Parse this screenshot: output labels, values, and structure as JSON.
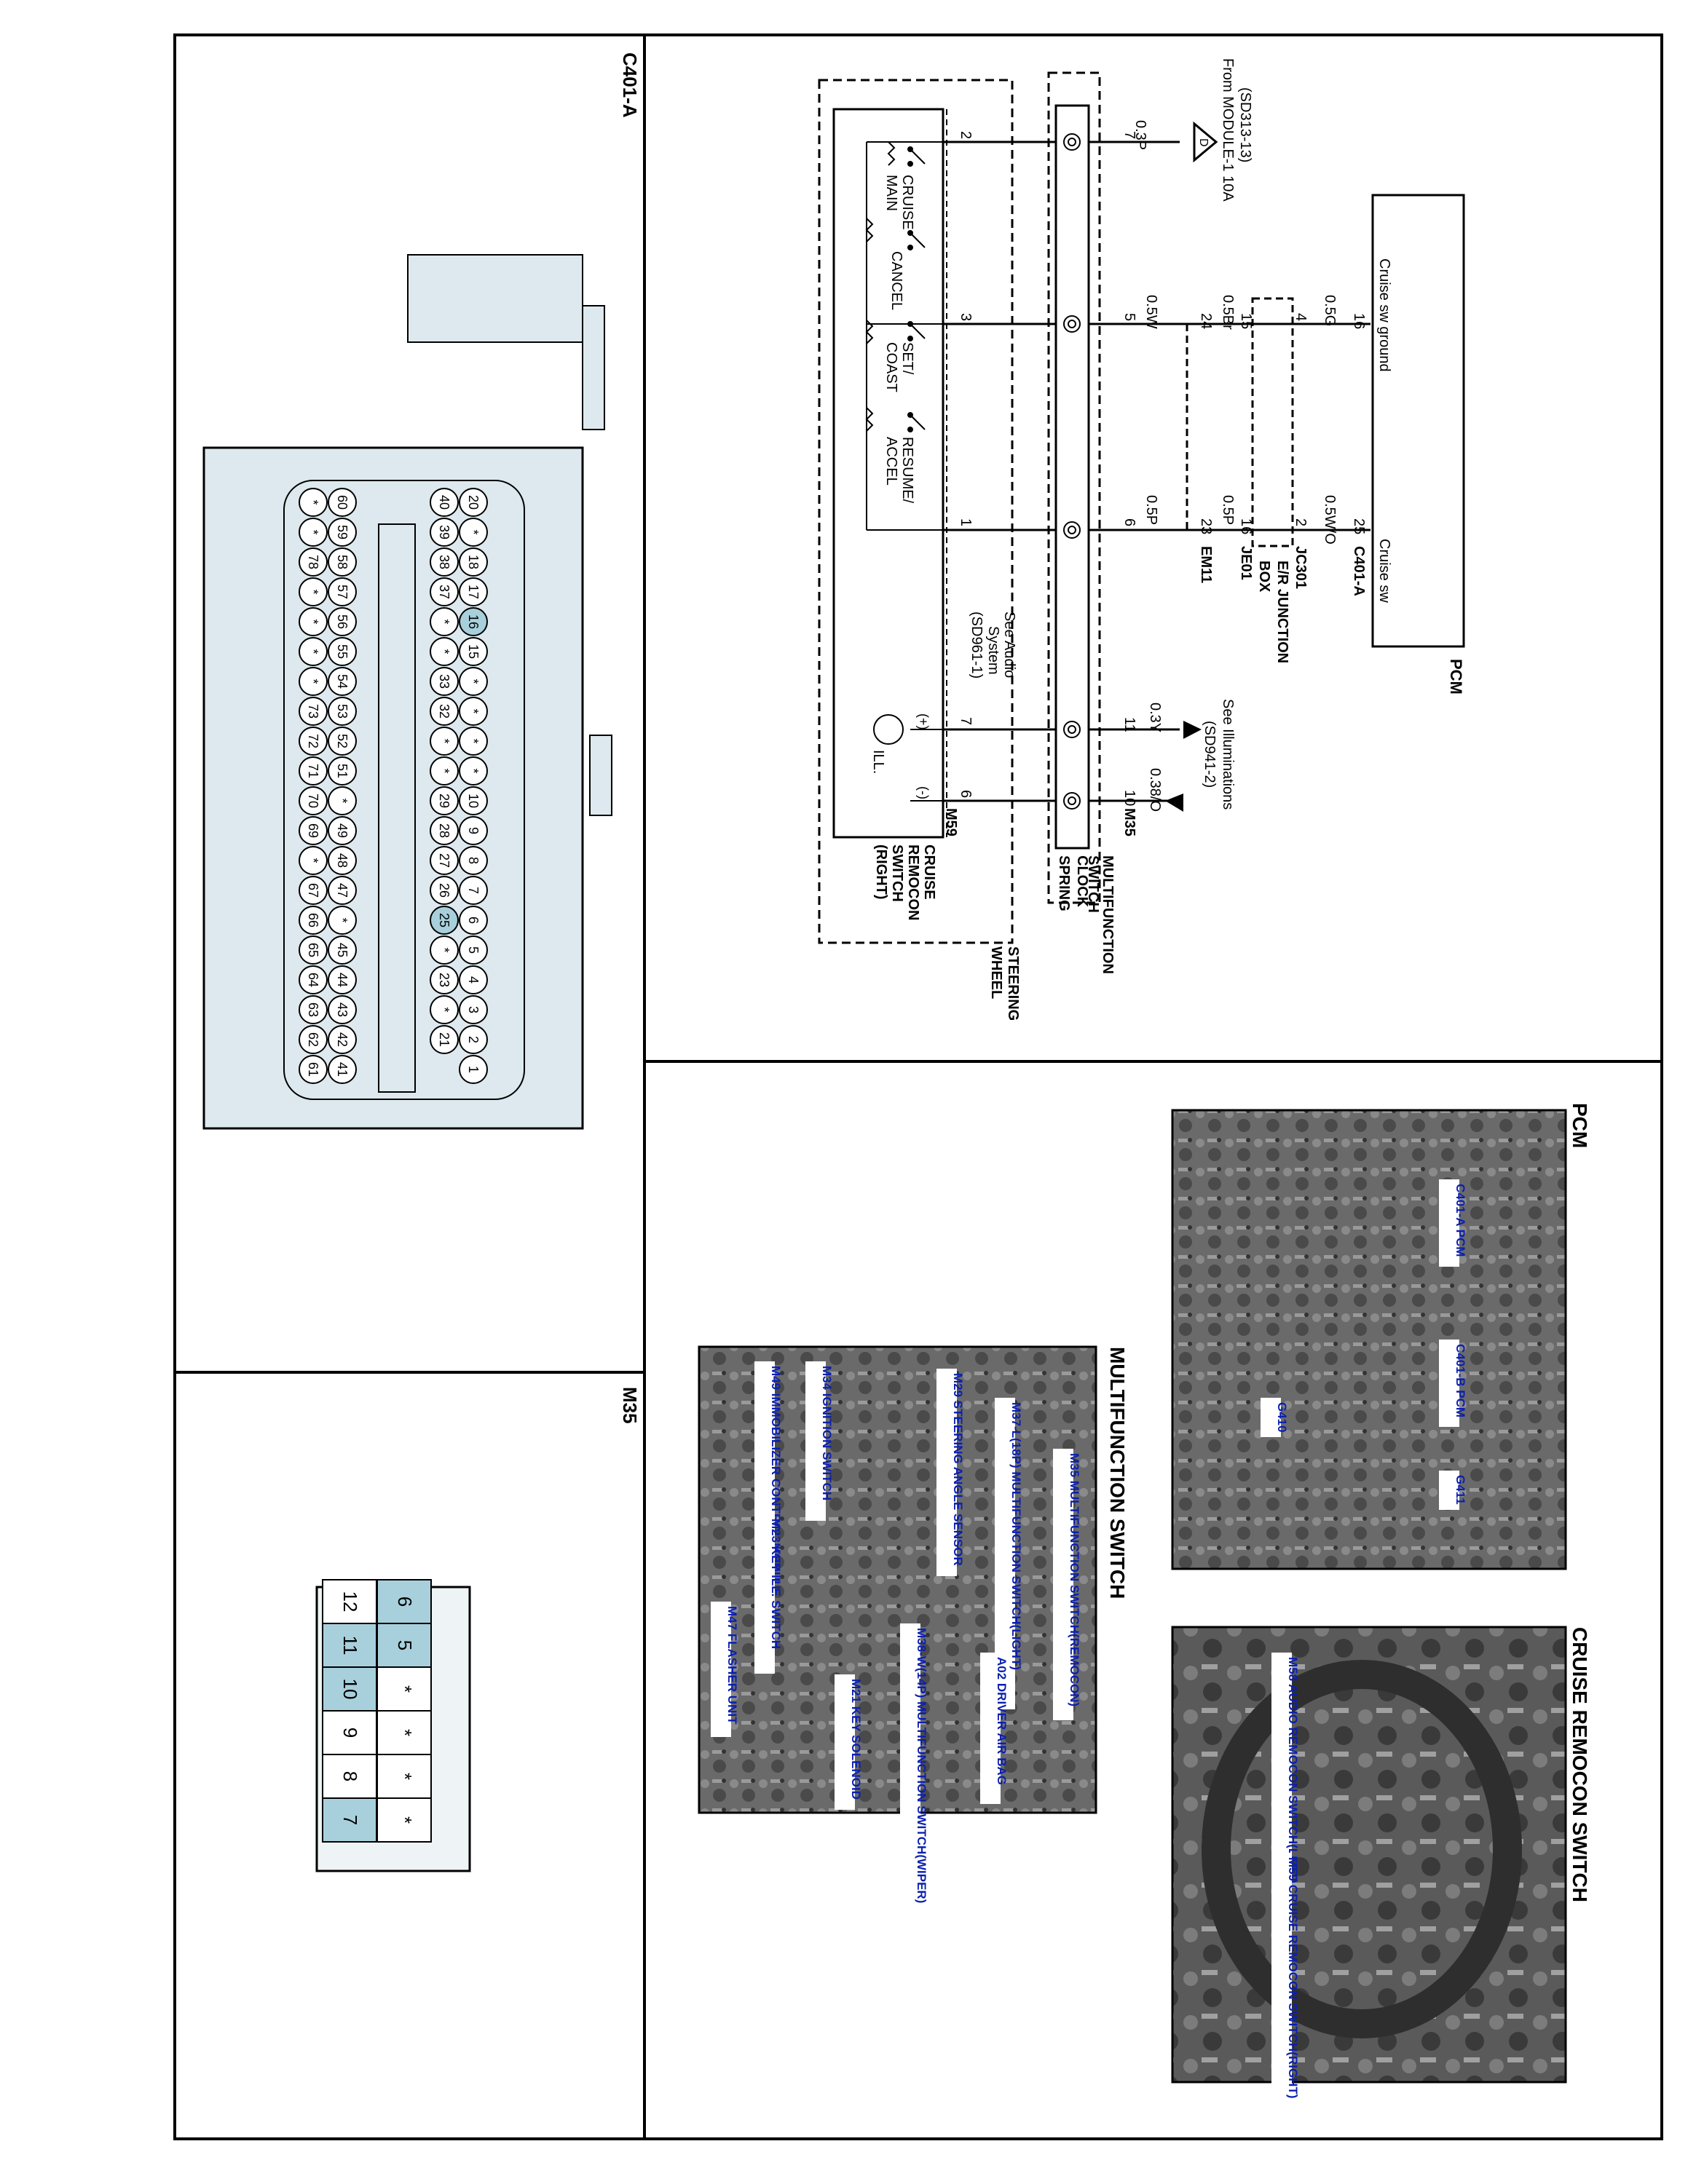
{
  "wiring": {
    "pcm_label": "PCM",
    "pcm_pin_left": "Cruise sw ground",
    "pcm_pin_right": "Cruise sw",
    "from_module_line1": "From MODULE-1 10A",
    "from_module_line2": "(SD313-13)",
    "fuse_marker": "D",
    "wire_03p": "0.3P",
    "wire_05g": "0.5G",
    "wire_05wo": "0.5W/O",
    "wire_05br": "0.5Br",
    "wire_05p_a": "0.5P",
    "wire_05w": "0.5W",
    "wire_05p_b": "0.5P",
    "wire_03y": "0.3Y",
    "wire_038o": "0.38/O",
    "pin_16": "16",
    "pin_25": "25",
    "pin_4": "4",
    "pin_2": "2",
    "pin_15": "15",
    "pin_16b": "16",
    "pin_24": "24",
    "pin_23": "23",
    "pin_5": "5",
    "pin_6": "6",
    "pin_7": "7",
    "pin_11": "11",
    "pin_10": "10",
    "sw_pin_2": "2",
    "sw_pin_3": "3",
    "sw_pin_1": "1",
    "sw_pin_7": "7",
    "sw_pin_6": "6",
    "conn_c401a": "C401-A",
    "conn_jc301": "JC301",
    "conn_je01": "JE01",
    "conn_em11": "EM11",
    "conn_m35": "M35",
    "conn_m59": "M59",
    "er_junction_1": "E/R JUNCTION",
    "er_junction_2": "BOX",
    "illum_1": "See Illuminations",
    "illum_2": "(SD941-2)",
    "audio_1": "See Audio",
    "audio_2": "System",
    "audio_3": "(SD961-1)",
    "sw_cruise_main_1": "CRUISE",
    "sw_cruise_main_2": "MAIN",
    "sw_cancel": "CANCEL",
    "sw_set_1": "SET/",
    "sw_set_2": "COAST",
    "sw_resume_1": "RESUME/",
    "sw_resume_2": "ACCEL",
    "ill_lamp": "ILL.",
    "plus": "(+)",
    "minus": "(-)",
    "clock_spring_1": "CLOCK",
    "clock_spring_2": "SPRING",
    "multifunction_1": "MULTIFUNCTION",
    "multifunction_2": "SWITCH",
    "steering_1": "STEERING",
    "steering_2": "WHEEL",
    "remocon_1": "CRUISE",
    "remocon_2": "REMOCON",
    "remocon_3": "SWITCH",
    "remocon_4": "(RIGHT)"
  },
  "connector_c401a": {
    "title": "C401-A",
    "row1": [
      "20",
      "*",
      "18",
      "17",
      "16",
      "15",
      "*",
      "*",
      "*",
      "*",
      "10",
      "9",
      "8",
      "7",
      "6",
      "5",
      "4",
      "3",
      "2",
      "1"
    ],
    "row2": [
      "40",
      "39",
      "38",
      "37",
      "*",
      "*",
      "33",
      "32",
      "*",
      "*",
      "29",
      "28",
      "27",
      "26",
      "25",
      "*",
      "23",
      "*",
      "21"
    ],
    "row3": [
      "60",
      "59",
      "58",
      "57",
      "56",
      "55",
      "54",
      "53",
      "52",
      "51",
      "*",
      "49",
      "48",
      "47",
      "*",
      "45",
      "44",
      "43",
      "42",
      "41"
    ],
    "row4": [
      "*",
      "*",
      "78",
      "*",
      "*",
      "*",
      "*",
      "73",
      "72",
      "71",
      "70",
      "69",
      "*",
      "67",
      "66",
      "65",
      "64",
      "63",
      "62",
      "61"
    ],
    "highlight": [
      "16",
      "25"
    ]
  },
  "connector_m35": {
    "title": "M35",
    "top_row": [
      "6",
      "5",
      "*",
      "*",
      "*",
      "*"
    ],
    "bottom_row": [
      "12",
      "11",
      "10",
      "9",
      "8",
      "7"
    ],
    "highlight": [
      "6",
      "5",
      "11",
      "10",
      "7"
    ]
  },
  "photo_pcm": {
    "title": "PCM",
    "labels": [
      "C401-A PCM",
      "C401-B PCM",
      "G410",
      "G411"
    ]
  },
  "photo_cruise": {
    "title": "CRUISE REMOCON SWITCH",
    "labels": [
      "M58 AUDIO REMOCON SWITCH(LEFT)",
      "M59 CRUISE REMOCON SWITCH(RIGHT)"
    ]
  },
  "photo_multi": {
    "title": "MULTIFUNCTION SWITCH",
    "labels": [
      "M35 MULTIFUNCTION SWITCH(REMOCON)",
      "M37-L(18P) MULTIFUNCTION SWITCH(LIGHT)",
      "M29 STEERING ANGLE SENSOR",
      "M34 IGNITION SWITCH",
      "M49 IMMOBILIZER CONTROL MODULE",
      "M23 KEY ILL. SWITCH",
      "M47 FLASHER UNIT",
      "M21 KEY SOLENOID",
      "M38-W(14P) MULTIFUNCTION SWITCH(WIPER)",
      "A02 DRIVER AIR BAG"
    ]
  }
}
